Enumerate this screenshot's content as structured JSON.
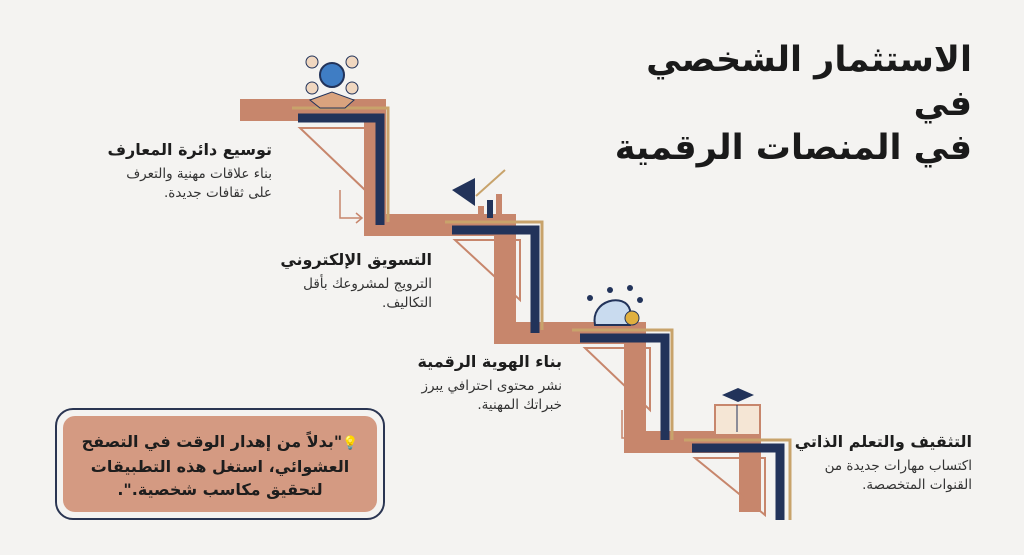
{
  "title": {
    "line1": "الاستثمار الشخصي في",
    "line2": "في المنصات الرقمية"
  },
  "steps": [
    {
      "title": "توسيع دائرة المعارف",
      "desc_line1": "بناء علاقات مهنية والتعرف",
      "desc_line2": "على ثقافات جديدة.",
      "icon": "networking-handshake-globe-icon"
    },
    {
      "title": "التسويق الإلكتروني",
      "desc_line1": "الترويج لمشروعك بأقل",
      "desc_line2": "التكاليف.",
      "icon": "megaphone-growth-chart-icon"
    },
    {
      "title": "بناء الهوية الرقمية",
      "desc_line1": "نشر محتوى احترافي يبرز",
      "desc_line2": "خبراتك المهنية.",
      "icon": "head-network-badge-icon"
    },
    {
      "title": "التثقيف والتعلم الذاتي",
      "desc_line1": "اكتساب مهارات جديدة من",
      "desc_line2": "القنوات المتخصصة.",
      "icon": "graduation-cap-book-icon"
    }
  ],
  "quote": {
    "line1": "\"بدلاً من إهدار الوقت في التصفح",
    "line2": "العشوائي، استغل هذه التطبيقات",
    "line3": "لتحقيق مكاسب شخصية.\".",
    "icon": "lightbulb-icon"
  },
  "colors": {
    "navy": "#22335a",
    "salmon": "#c7866c",
    "tan": "#c8a36b"
  }
}
